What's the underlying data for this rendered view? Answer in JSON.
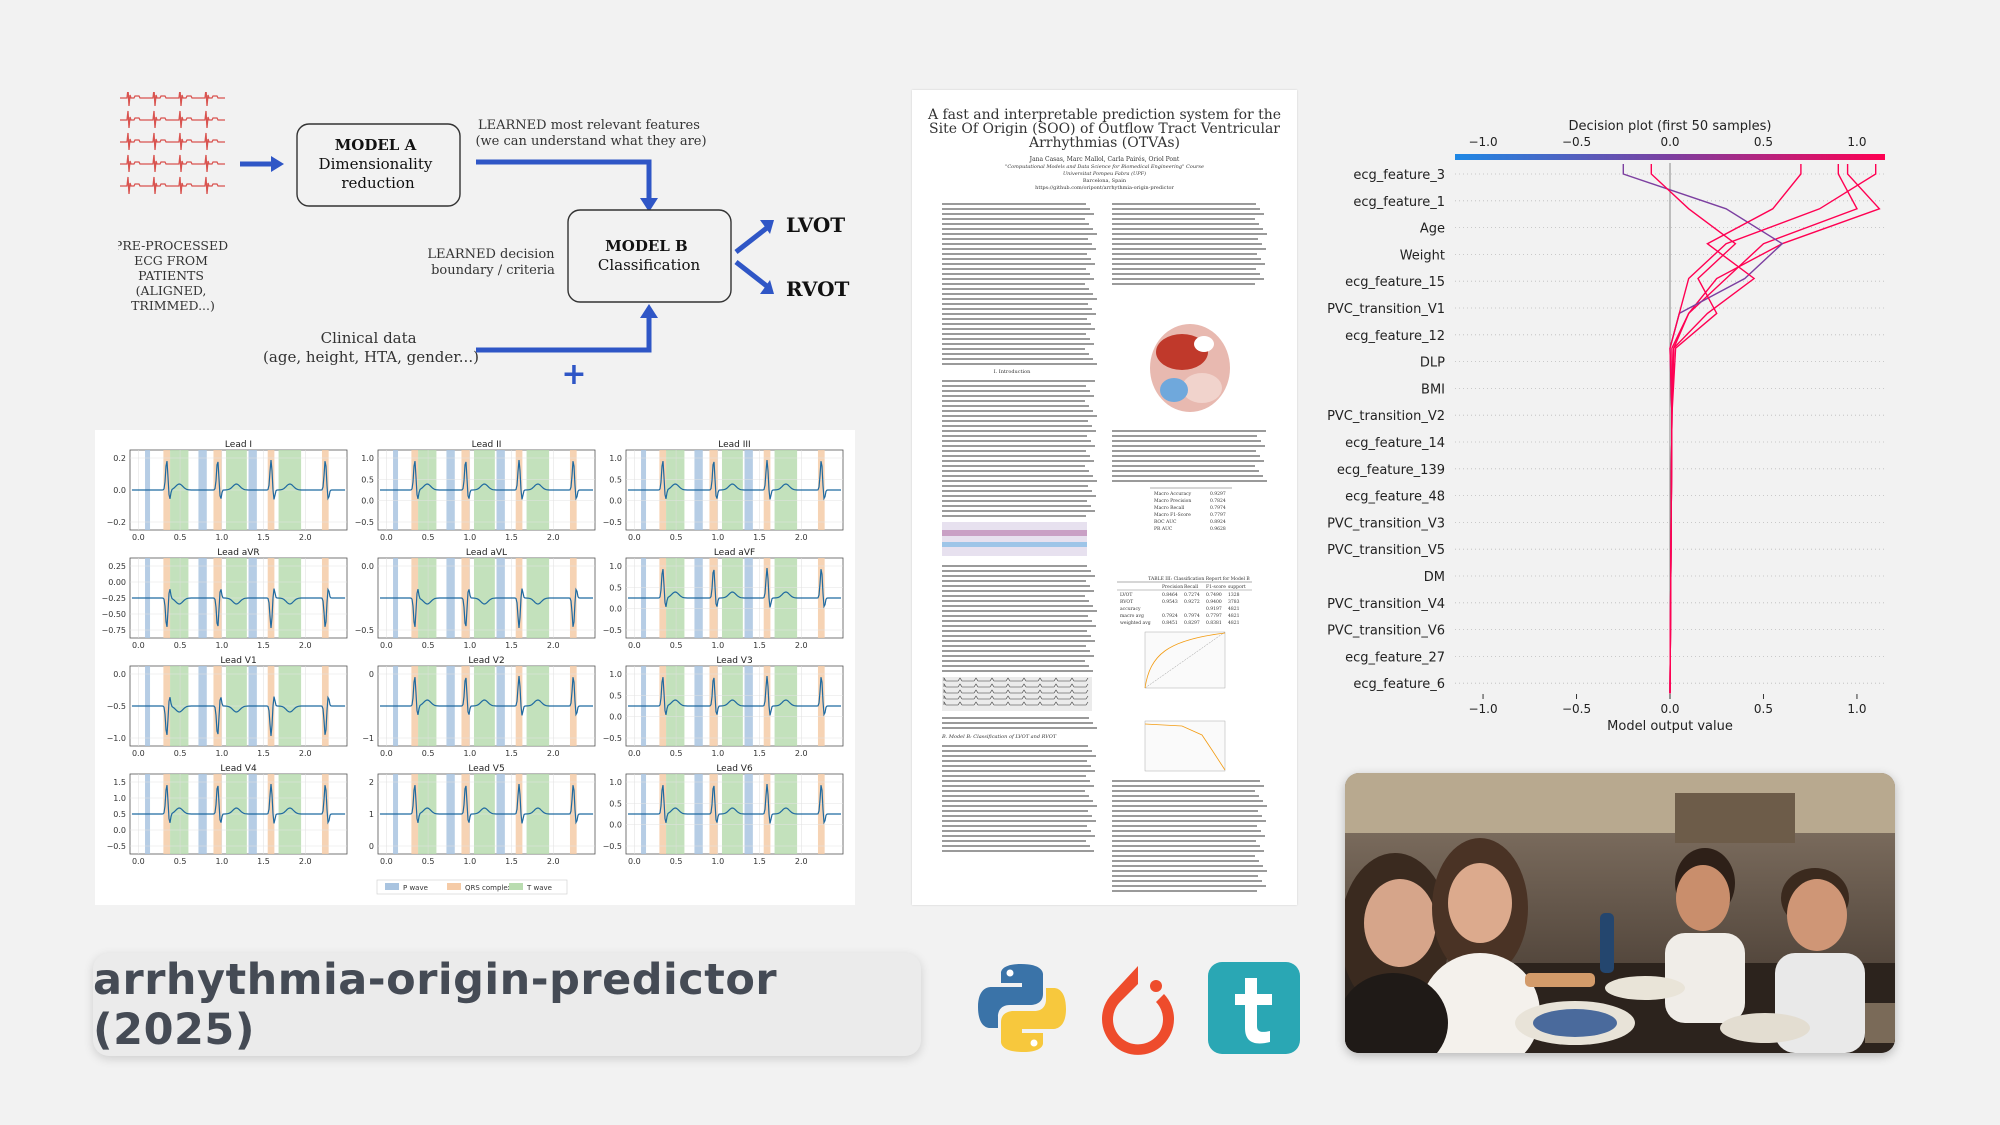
{
  "diagram": {
    "ecg_label": [
      "PRE-PROCESSED",
      "ECG FROM",
      "PATIENTS",
      "(ALIGNED,",
      "TRIMMED...)"
    ],
    "model_a": {
      "title": "MODEL A",
      "line1": "Dimensionality",
      "line2": "reduction"
    },
    "learned_features": {
      "line1": "LEARNED most relevant features",
      "line2": "(we can understand what they are)"
    },
    "model_b": {
      "title": "MODEL B",
      "line1": "Classification"
    },
    "decision": {
      "line1": "LEARNED decision",
      "line2": "boundary / criteria"
    },
    "clinical": {
      "line1": "Clinical data",
      "line2": "(age, height, HTA, gender...)"
    },
    "plus": "+",
    "outputs": [
      "LVOT",
      "RVOT"
    ],
    "colors": {
      "arrow": "#2f56c6",
      "ecg": "#d9534f"
    }
  },
  "ecg_grid": {
    "leads": [
      {
        "name": "Lead I",
        "yticks": [
          "0.2",
          "0.0",
          "−0.2"
        ]
      },
      {
        "name": "Lead II",
        "yticks": [
          "1.0",
          "0.5",
          "0.0",
          "−0.5"
        ]
      },
      {
        "name": "Lead III",
        "yticks": [
          "1.0",
          "0.5",
          "0.0",
          "−0.5"
        ]
      },
      {
        "name": "Lead aVR",
        "yticks": [
          "0.25",
          "0.00",
          "−0.25",
          "−0.50",
          "−0.75"
        ]
      },
      {
        "name": "Lead aVL",
        "yticks": [
          "0.0",
          "−0.5"
        ]
      },
      {
        "name": "Lead aVF",
        "yticks": [
          "1.0",
          "0.5",
          "0.0",
          "−0.5"
        ]
      },
      {
        "name": "Lead V1",
        "yticks": [
          "0.0",
          "−0.5",
          "−1.0"
        ]
      },
      {
        "name": "Lead V2",
        "yticks": [
          "0",
          "−1"
        ]
      },
      {
        "name": "Lead V3",
        "yticks": [
          "1.0",
          "0.5",
          "0.0",
          "−0.5"
        ]
      },
      {
        "name": "Lead V4",
        "yticks": [
          "1.5",
          "1.0",
          "0.5",
          "0.0",
          "−0.5"
        ]
      },
      {
        "name": "Lead V5",
        "yticks": [
          "2",
          "1",
          "0"
        ]
      },
      {
        "name": "Lead V6",
        "yticks": [
          "1.0",
          "0.5",
          "0.0",
          "−0.5"
        ]
      }
    ],
    "xticks": [
      "0.0",
      "0.5",
      "1.0",
      "1.5",
      "2.0"
    ],
    "legend": [
      "P wave",
      "QRS complex",
      "T wave"
    ],
    "colors": {
      "p": "#a9c4e0",
      "qrs": "#f5cba7",
      "t": "#b9dcb0",
      "signal": "#1f6aa0"
    }
  },
  "paper": {
    "title": [
      "A fast and interpretable prediction system for the",
      "Site Of Origin (SOO) of Outflow Tract Ventricular",
      "Arrhythmias (OTVAs)"
    ],
    "authors": "Jana Casas, Marc Mallol, Carla Pairés, Oriol Pont",
    "course": "\"Computational Models and Data Science for Biomedical Engineering\" Course",
    "university": "Universitat Pompeu Fabra (UPF)",
    "city": "Barcelona, Spain",
    "url": "https://github.com/oripont/arrhythmia-origin-predictor",
    "intro": "I. Introduction",
    "section_b": "B. Model B: Classification of LVOT and RVOT",
    "table_caption": "TABLE III: Classification Report for Model B",
    "table_header": [
      "",
      "Precision",
      "Recall",
      "F1-score",
      "support"
    ],
    "table_rows": [
      [
        "LVOT",
        "0.8464",
        "0.7274",
        "0.7490",
        "1328"
      ],
      [
        "RVOT",
        "0.9543",
        "0.9272",
        "0.9400",
        "3783"
      ],
      [
        "accuracy",
        "",
        "",
        "0.9197",
        "4821"
      ],
      [
        "macro avg",
        "0.7924",
        "0.7974",
        "0.7797",
        "4821"
      ],
      [
        "weighted avg",
        "0.8451",
        "0.8297",
        "0.8381",
        "4821"
      ]
    ],
    "metrics": [
      [
        "Macro Accuracy",
        "0.9297"
      ],
      [
        "Macro Precision",
        "0.7824"
      ],
      [
        "Macro Recall",
        "0.7974"
      ],
      [
        "Macro F1-Score",
        "0.7797"
      ],
      [
        "ROC AUC",
        "0.8924"
      ],
      [
        "PR AUC",
        "0.9628"
      ]
    ]
  },
  "shap": {
    "title": "Decision plot (first 50 samples)",
    "xlabel": "Model output value",
    "xticks": [
      "−1.0",
      "−0.5",
      "0.0",
      "0.5",
      "1.0"
    ],
    "xlim": [
      -1.15,
      1.15
    ],
    "base_value": 0.0,
    "features": [
      "ecg_feature_3",
      "ecg_feature_1",
      "Age",
      "Weight",
      "ecg_feature_15",
      "PVC_transition_V1",
      "ecg_feature_12",
      "DLP",
      "BMI",
      "PVC_transition_V2",
      "ecg_feature_14",
      "ecg_feature_139",
      "ecg_feature_48",
      "PVC_transition_V3",
      "PVC_transition_V5",
      "DM",
      "PVC_transition_V4",
      "PVC_transition_V6",
      "ecg_feature_27",
      "ecg_feature_6"
    ],
    "colors": {
      "low": "#1e88e5",
      "high": "#ff0052",
      "mid": "#7c3fa0"
    }
  },
  "title_card": {
    "text": "arrhythmia-origin-predictor (2025)"
  },
  "icons": [
    "python-logo-icon",
    "pytorch-logo-icon",
    "tableau-t-logo-icon"
  ]
}
